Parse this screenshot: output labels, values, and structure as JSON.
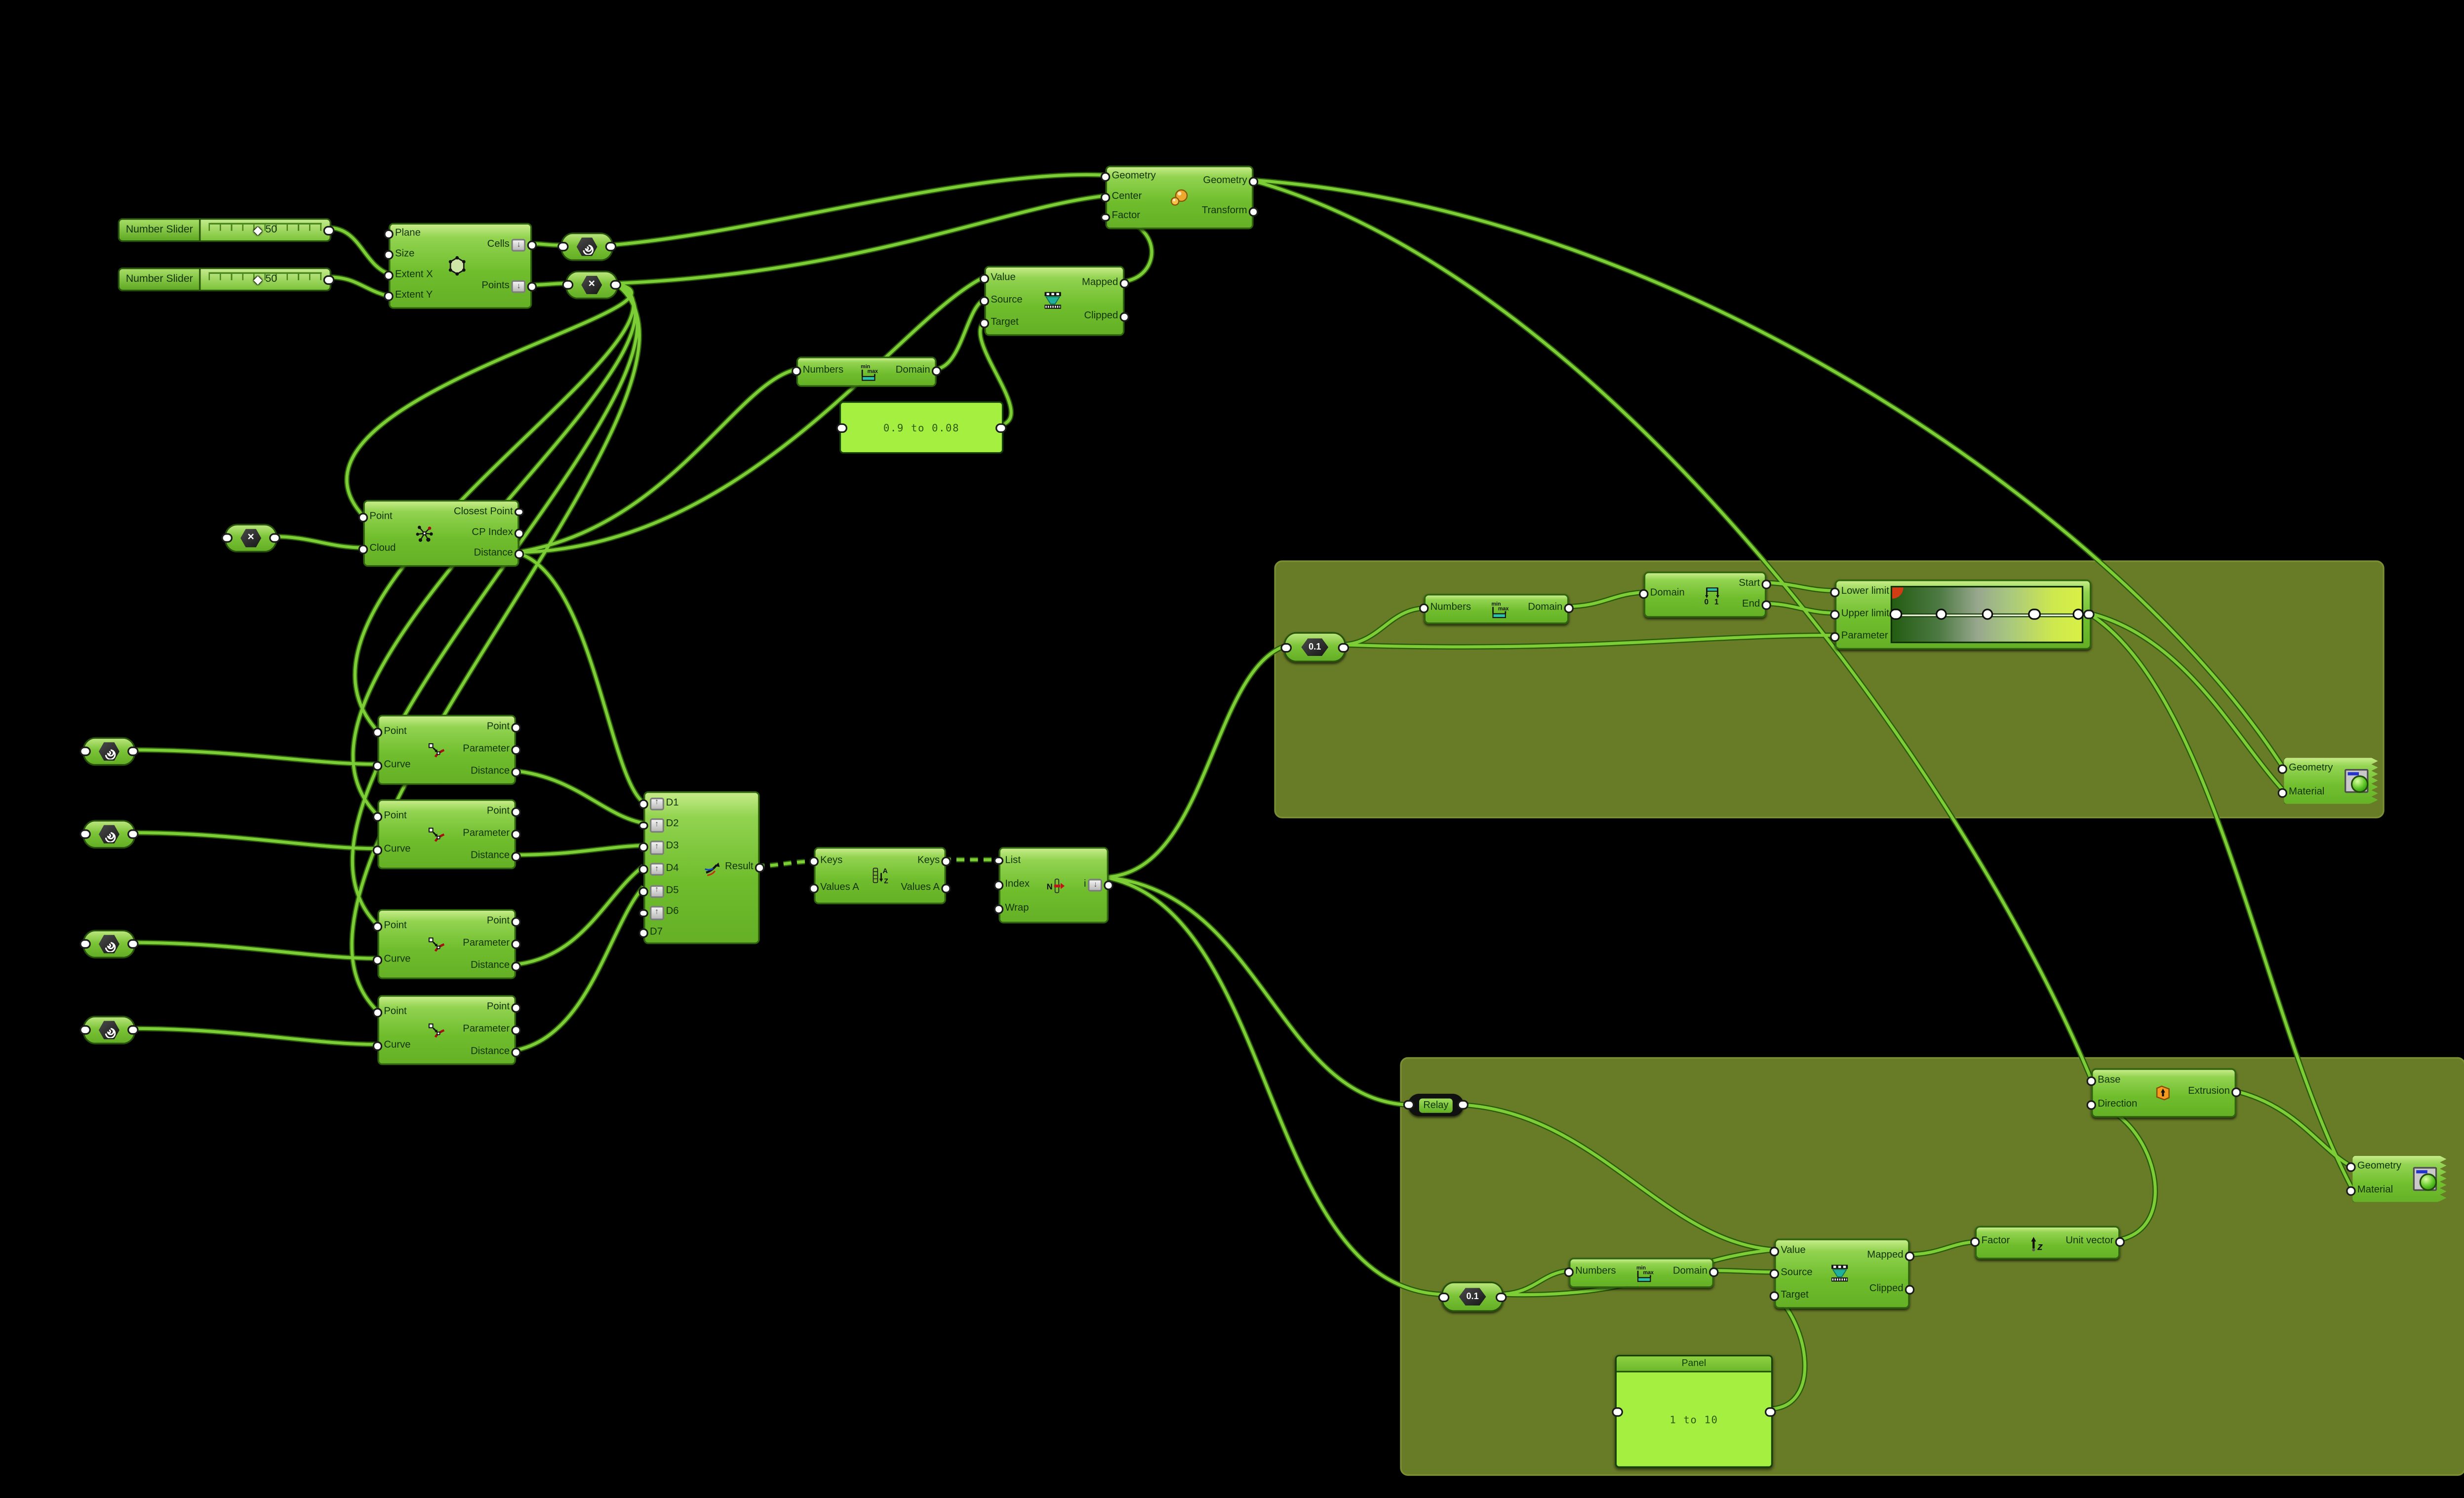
{
  "colors": {
    "canvas_bg": "#000000",
    "node_green": "#6fbd2d",
    "panel_green": "#a4ef3f",
    "group_olive": "#687b27",
    "wire_green": "#7ccd36"
  },
  "sliders": {
    "first": {
      "label": "Number Slider",
      "value": "50"
    },
    "second": {
      "label": "Number Slider",
      "value": "50"
    }
  },
  "nodes": {
    "hex_grid": {
      "inputs": [
        "Plane",
        "Size",
        "Extent X",
        "Extent Y"
      ],
      "outputs": [
        "Cells",
        "Points"
      ]
    },
    "scale": {
      "inputs": [
        "Geometry",
        "Center",
        "Factor"
      ],
      "outputs": [
        "Geometry",
        "Transform"
      ]
    },
    "remap": {
      "inputs": [
        "Value",
        "Source",
        "Target"
      ],
      "outputs": [
        "Mapped",
        "Clipped"
      ]
    },
    "bounds": {
      "inputs": [
        "Numbers"
      ],
      "outputs": [
        "Domain"
      ]
    },
    "closest_point": {
      "inputs": [
        "Point",
        "Cloud"
      ],
      "outputs": [
        "Closest Point",
        "CP Index",
        "Distance"
      ]
    },
    "curve_cp": {
      "inputs": [
        "Point",
        "Curve"
      ],
      "outputs": [
        "Point",
        "Parameter",
        "Distance"
      ]
    },
    "merge": {
      "inputs": [
        "D1",
        "D2",
        "D3",
        "D4",
        "D5",
        "D6",
        "D7"
      ],
      "outputs": [
        "Result"
      ]
    },
    "sort_list": {
      "inputs": [
        "Keys",
        "Values A"
      ],
      "outputs": [
        "Keys",
        "Values A"
      ]
    },
    "list_item": {
      "inputs": [
        "List",
        "Index",
        "Wrap"
      ],
      "outputs": [
        "i"
      ]
    },
    "deconstruct_domain": {
      "inputs": [
        "Domain"
      ],
      "outputs": [
        "Start",
        "End"
      ]
    },
    "gradient": {
      "inputs": [
        "Lower limit",
        "Upper limit",
        "Parameter"
      ]
    },
    "custom_preview": {
      "inputs": [
        "Geometry",
        "Material"
      ]
    },
    "unit_z": {
      "inputs": [
        "Factor"
      ],
      "outputs": [
        "Unit vector"
      ]
    },
    "extrude": {
      "inputs": [
        "Base",
        "Direction"
      ],
      "outputs": [
        "Extrusion"
      ]
    }
  },
  "params": {
    "number_top": {
      "value": "0.1"
    },
    "number_bottom": {
      "value": "0.1"
    },
    "relay": {
      "label": "Relay"
    }
  },
  "panels": {
    "domain_panel": {
      "value": "0.9 to 0.08"
    },
    "range_panel": {
      "title": "Panel",
      "value": "1 to 10"
    }
  }
}
